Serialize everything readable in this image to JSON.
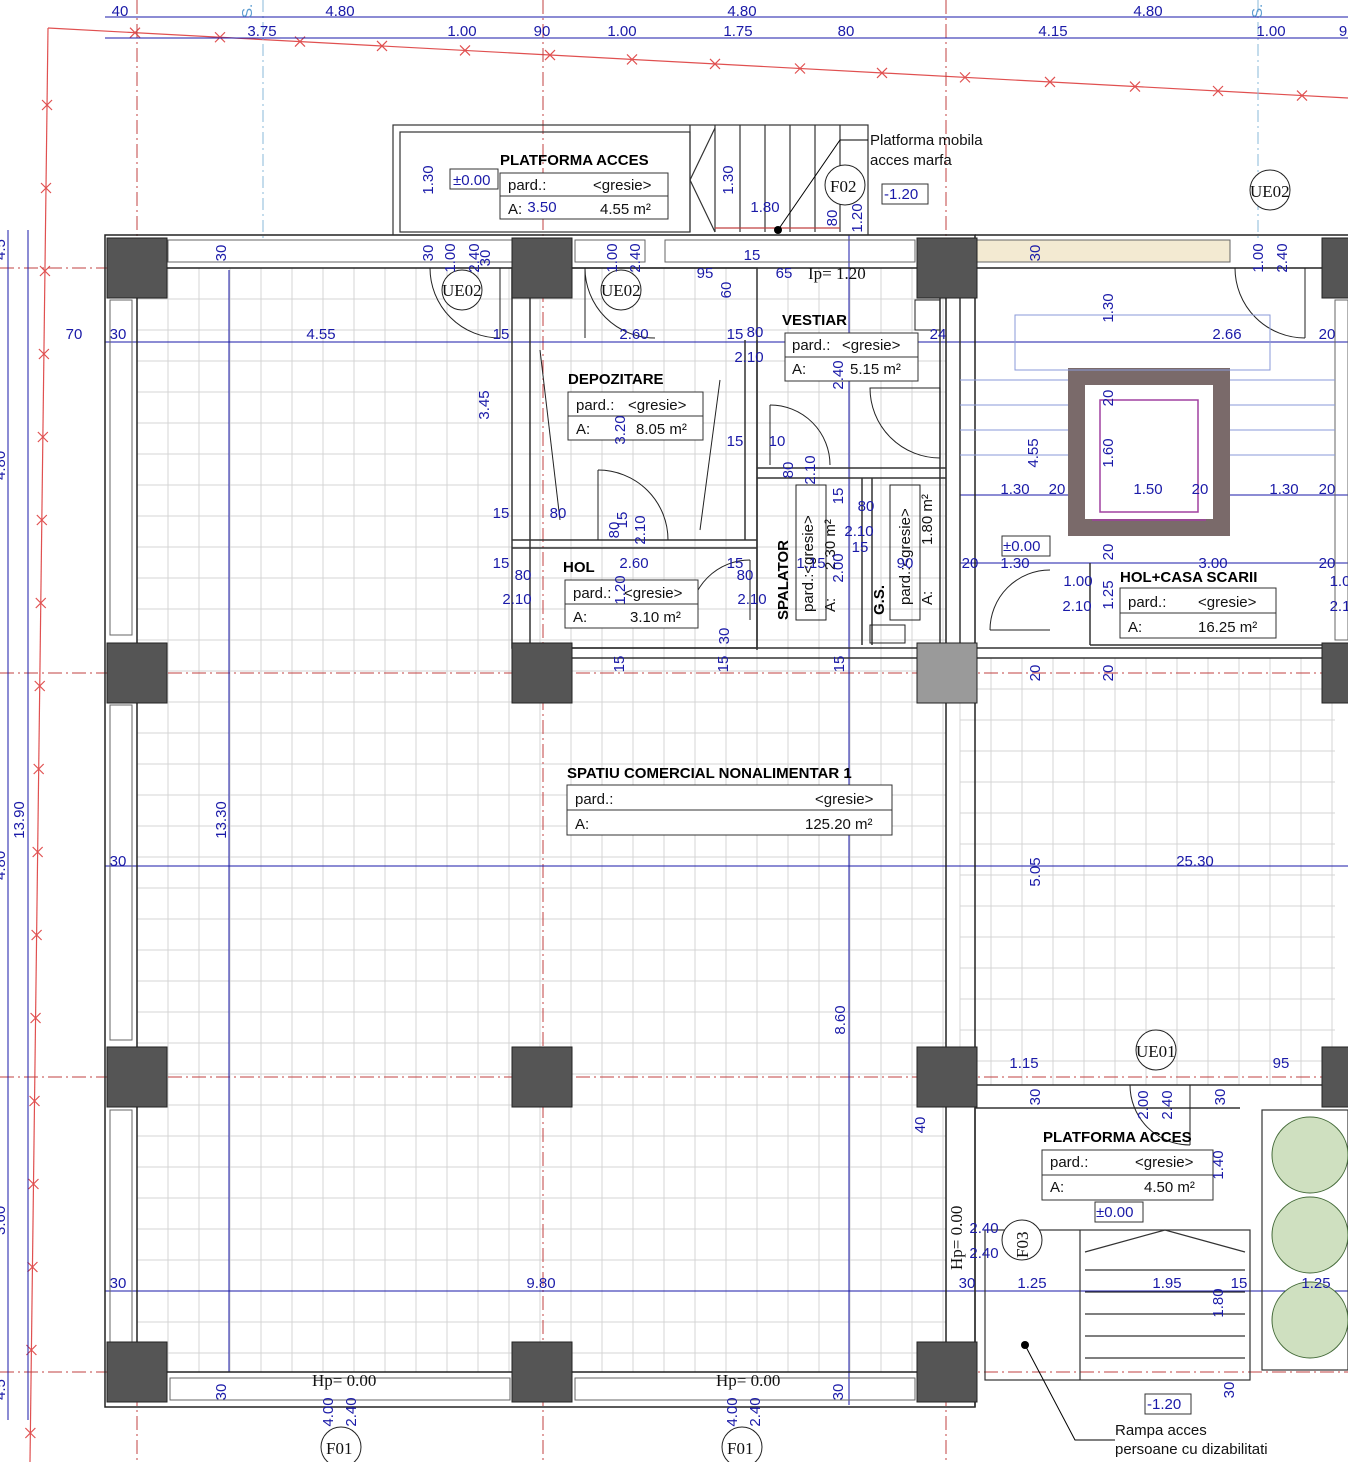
{
  "rooms": {
    "platforma_acces_top": {
      "title": "PLATFORMA ACCES",
      "floor_label": "pard.:",
      "floor_value": "<gresie>",
      "area_label": "A:",
      "area_value": "4.55 m²",
      "level": "±0.00"
    },
    "depozitare": {
      "title": "DEPOZITARE",
      "floor_label": "pard.:",
      "floor_value": "<gresie>",
      "area_label": "A:",
      "area_value": "8.05 m²"
    },
    "vestiar": {
      "title": "VESTIAR",
      "floor_label": "pard.:",
      "floor_value": "<gresie>",
      "area_label": "A:",
      "area_value": "5.15 m²"
    },
    "hol": {
      "title": "HOL",
      "floor_label": "pard.:",
      "floor_value": "<gresie>",
      "area_label": "A:",
      "area_value": "3.10 m²"
    },
    "spalator": {
      "title": "SPALATOR",
      "floor_label": "pard.:<gresie>",
      "area_label": "A:",
      "area_value": "2.30 m²"
    },
    "gs": {
      "title": "G.S.",
      "floor_label": "pard.:<gresie>",
      "area_label": "A:",
      "area_value": "1.80 m²"
    },
    "hol_casa_scarii": {
      "title": "HOL+CASA SCARII",
      "floor_label": "pard.:",
      "floor_value": "<gresie>",
      "area_label": "A:",
      "area_value": "16.25 m²",
      "level": "±0.00"
    },
    "spatiu_comercial": {
      "title": "SPATIU COMERCIAL NONALIMENTAR 1",
      "floor_label": "pard.:",
      "floor_value": "<gresie>",
      "area_label": "A:",
      "area_value": "125.20 m²"
    },
    "platforma_acces_bottom": {
      "title": "PLATFORMA ACCES",
      "floor_label": "pard.:",
      "floor_value": "<gresie>",
      "area_label": "A:",
      "area_value": "4.50 m²",
      "level": "±0.00"
    }
  },
  "notes": {
    "platforma_mobila": [
      "Platforma mobila",
      "acces marfa"
    ],
    "rampa": [
      "Rampa acces",
      "persoane cu dizabilitati"
    ]
  },
  "levels": {
    "minus_top": "-1.20",
    "minus_bottom": "-1.20"
  },
  "tags": {
    "ue02_a": "UE02",
    "ue02_b": "UE02",
    "ue02_c": "UE02",
    "ue01": "UE01",
    "f02": "F02",
    "f03": "F03",
    "f01_a": "F01",
    "f01_b": "F01",
    "hp_a": "Hp= 0.00",
    "hp_b": "Hp= 0.00",
    "hp_c": "Hp= 0.00",
    "ip": "Ip= 1.20"
  },
  "dims_top": [
    {
      "id": "t1",
      "v": "40"
    },
    {
      "id": "t2",
      "v": "4.80"
    },
    {
      "id": "t3",
      "v": "4.80"
    },
    {
      "id": "t4",
      "v": "4.80"
    },
    {
      "id": "t5",
      "v": "3.75"
    },
    {
      "id": "t6",
      "v": "1.00"
    },
    {
      "id": "t7",
      "v": "90"
    },
    {
      "id": "t8",
      "v": "1.00"
    },
    {
      "id": "t9",
      "v": "1.75"
    },
    {
      "id": "t10",
      "v": "80"
    },
    {
      "id": "t11",
      "v": "4.15"
    },
    {
      "id": "t12",
      "v": "1.00"
    },
    {
      "id": "t13",
      "v": "9"
    }
  ],
  "dims": [
    {
      "id": "d1",
      "v": "1.30"
    },
    {
      "id": "d2",
      "v": "1.30"
    },
    {
      "id": "d3",
      "v": "1.80"
    },
    {
      "id": "d4",
      "v": "80"
    },
    {
      "id": "d5",
      "v": "1.20"
    },
    {
      "id": "d6",
      "v": "3.50"
    },
    {
      "id": "d7",
      "v": "30"
    },
    {
      "id": "d8",
      "v": "30"
    },
    {
      "id": "d9",
      "v": "1.00"
    },
    {
      "id": "d10",
      "v": "2.40"
    },
    {
      "id": "d11",
      "v": "30"
    },
    {
      "id": "d12",
      "v": "1.00"
    },
    {
      "id": "d13",
      "v": "2.40"
    },
    {
      "id": "d14",
      "v": "95"
    },
    {
      "id": "d15",
      "v": "15"
    },
    {
      "id": "d16",
      "v": "65"
    },
    {
      "id": "d17",
      "v": "60"
    },
    {
      "id": "d18",
      "v": "30"
    },
    {
      "id": "d19",
      "v": "1.00"
    },
    {
      "id": "d20",
      "v": "2.40"
    },
    {
      "id": "d21",
      "v": "70"
    },
    {
      "id": "d22",
      "v": "30"
    },
    {
      "id": "d23",
      "v": "4.55"
    },
    {
      "id": "d24",
      "v": "15"
    },
    {
      "id": "d25",
      "v": "2.60"
    },
    {
      "id": "d26",
      "v": "15"
    },
    {
      "id": "d27",
      "v": "80"
    },
    {
      "id": "d28",
      "v": "2.10"
    },
    {
      "id": "d29",
      "v": "2.40"
    },
    {
      "id": "d30",
      "v": "24"
    },
    {
      "id": "d31",
      "v": "1.30"
    },
    {
      "id": "d32",
      "v": "2.66"
    },
    {
      "id": "d33",
      "v": "20"
    },
    {
      "id": "d34",
      "v": "3.45"
    },
    {
      "id": "d35",
      "v": "3.20"
    },
    {
      "id": "d36",
      "v": "15"
    },
    {
      "id": "d37",
      "v": "10"
    },
    {
      "id": "d38",
      "v": "80"
    },
    {
      "id": "d39",
      "v": "2.10"
    },
    {
      "id": "d40",
      "v": "4.55"
    },
    {
      "id": "d41",
      "v": "20"
    },
    {
      "id": "d42",
      "v": "1.60"
    },
    {
      "id": "d43",
      "v": "1.30"
    },
    {
      "id": "d44",
      "v": "20"
    },
    {
      "id": "d45",
      "v": "1.50"
    },
    {
      "id": "d46",
      "v": "20"
    },
    {
      "id": "d47",
      "v": "1.30"
    },
    {
      "id": "d48",
      "v": "20"
    },
    {
      "id": "d49",
      "v": "15"
    },
    {
      "id": "d50",
      "v": "80"
    },
    {
      "id": "d51",
      "v": "80"
    },
    {
      "id": "d52",
      "v": "15"
    },
    {
      "id": "d53",
      "v": "2.10"
    },
    {
      "id": "d54",
      "v": "15"
    },
    {
      "id": "d55",
      "v": "80"
    },
    {
      "id": "d56",
      "v": "2.10"
    },
    {
      "id": "d57",
      "v": "15"
    },
    {
      "id": "d58",
      "v": "2.60"
    },
    {
      "id": "d59",
      "v": "15"
    },
    {
      "id": "d60",
      "v": "1.15"
    },
    {
      "id": "d61",
      "v": "2.00"
    },
    {
      "id": "d62",
      "v": "15"
    },
    {
      "id": "d63",
      "v": "90"
    },
    {
      "id": "d64",
      "v": "20"
    },
    {
      "id": "d65",
      "v": "1.30"
    },
    {
      "id": "d66",
      "v": "3.00"
    },
    {
      "id": "d67",
      "v": "20"
    },
    {
      "id": "d68",
      "v": "20"
    },
    {
      "id": "d69",
      "v": "80"
    },
    {
      "id": "d70",
      "v": "2.10"
    },
    {
      "id": "d71",
      "v": "1.20"
    },
    {
      "id": "d72",
      "v": "80"
    },
    {
      "id": "d73",
      "v": "2.10"
    },
    {
      "id": "d74",
      "v": "1.00"
    },
    {
      "id": "d75",
      "v": "2.10"
    },
    {
      "id": "d76",
      "v": "1.25"
    },
    {
      "id": "d77",
      "v": "1.0"
    },
    {
      "id": "d78",
      "v": "2.1"
    },
    {
      "id": "d79",
      "v": "30"
    },
    {
      "id": "d80",
      "v": "15"
    },
    {
      "id": "d81",
      "v": "15"
    },
    {
      "id": "d82",
      "v": "15"
    },
    {
      "id": "d83",
      "v": "20"
    },
    {
      "id": "d84",
      "v": "20"
    },
    {
      "id": "d85",
      "v": "13.90"
    },
    {
      "id": "d86",
      "v": "13.30"
    },
    {
      "id": "d87",
      "v": "30"
    },
    {
      "id": "d88",
      "v": "5.05"
    },
    {
      "id": "d89",
      "v": "25.30"
    },
    {
      "id": "d90",
      "v": "8.60"
    },
    {
      "id": "d91",
      "v": "1.15"
    },
    {
      "id": "d92",
      "v": "95"
    },
    {
      "id": "d93",
      "v": "30"
    },
    {
      "id": "d94",
      "v": "2.00"
    },
    {
      "id": "d95",
      "v": "2.40"
    },
    {
      "id": "d96",
      "v": "30"
    },
    {
      "id": "d97",
      "v": "40"
    },
    {
      "id": "d98",
      "v": "1.40"
    },
    {
      "id": "d99",
      "v": "2.40"
    },
    {
      "id": "d100",
      "v": "2.40"
    },
    {
      "id": "d101",
      "v": "30"
    },
    {
      "id": "d102",
      "v": "9.80"
    },
    {
      "id": "d103",
      "v": "30"
    },
    {
      "id": "d104",
      "v": "1.25"
    },
    {
      "id": "d105",
      "v": "1.95"
    },
    {
      "id": "d106",
      "v": "15"
    },
    {
      "id": "d107",
      "v": "1.25"
    },
    {
      "id": "d108",
      "v": "1.80"
    },
    {
      "id": "d109",
      "v": "30"
    },
    {
      "id": "d110",
      "v": "4.00"
    },
    {
      "id": "d111",
      "v": "2.40"
    },
    {
      "id": "d112",
      "v": "30"
    },
    {
      "id": "d113",
      "v": "4.00"
    },
    {
      "id": "d114",
      "v": "2.40"
    },
    {
      "id": "d115",
      "v": "30"
    }
  ],
  "side_marks": [
    "4.5",
    "4.80",
    "4.80",
    "3.60",
    "4.5"
  ],
  "grid_markers": [
    "S.",
    "S."
  ]
}
